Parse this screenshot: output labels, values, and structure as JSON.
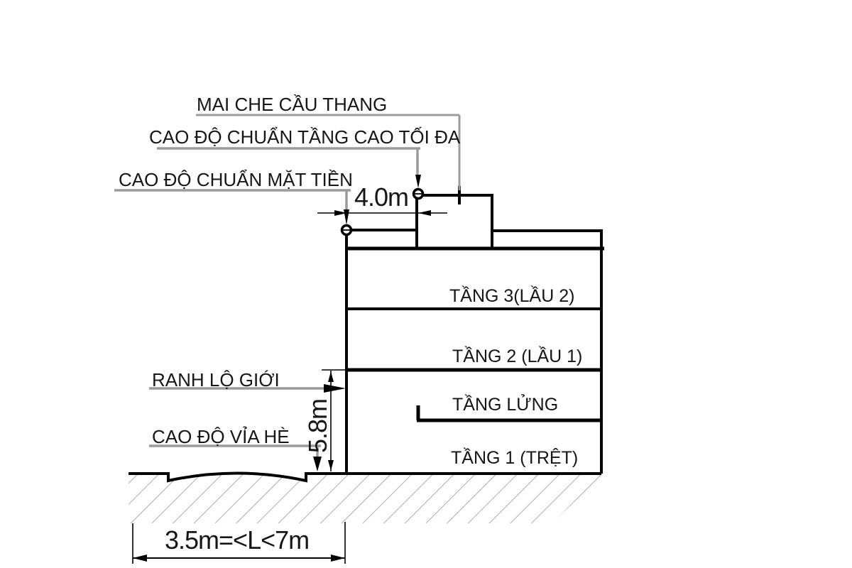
{
  "diagram": {
    "type": "building-setback-height-regulation-section",
    "leader_labels": {
      "stair_roof": "MAI CHE CẦU THANG",
      "max_height_datum": "CAO ĐỘ CHUẨN TẦNG CAO TỐI ĐA",
      "facade_datum": "CAO ĐỘ CHUẨN MẶT TIỀN",
      "road_boundary": "RANH LỘ GIỚI",
      "sidewalk_datum": "CAO ĐỘ VỈA HÈ"
    },
    "floors": [
      {
        "label": "TẦNG 3(LẦU 2)"
      },
      {
        "label": "TẦNG 2 (LẦU 1)"
      },
      {
        "label": "TẦNG LỬNG"
      },
      {
        "label": "TẦNG 1 (TRỆT)"
      }
    ],
    "dimensions": {
      "rooftop_setback": "4.0m",
      "facade_height": "5.8m",
      "road_width_rule": "3.5m=<L<7m"
    },
    "colors": {
      "line": "#000000",
      "leader": "#9b9b9b",
      "hatch": "#8a8a8a",
      "background": "#ffffff",
      "text": "#161616"
    }
  }
}
